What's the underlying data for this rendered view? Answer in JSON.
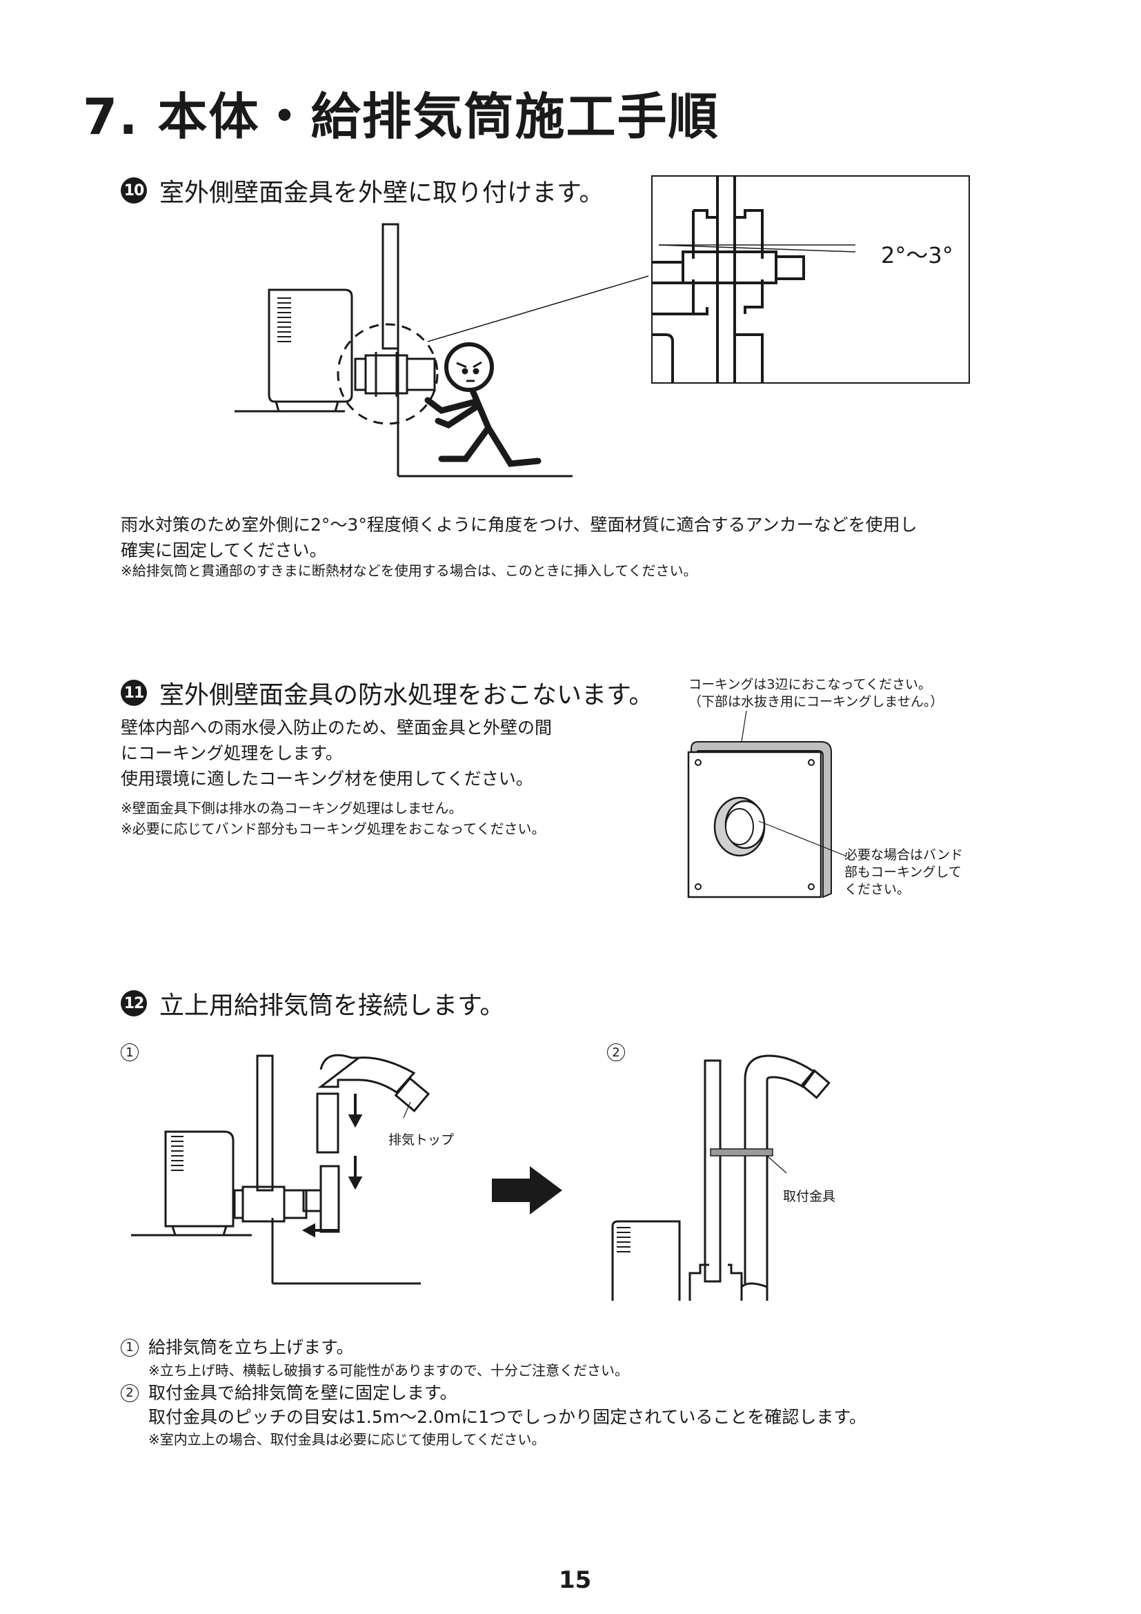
{
  "title": "7. 本体・給排気筒施工手順",
  "step10": {
    "number": "10",
    "heading": "室外側壁面金具を外壁に取り付けます。",
    "angle_label": "2°〜3°",
    "body_line1": "雨水対策のため室外側に2°〜3°程度傾くように角度をつけ、壁面材質に適合するアンカーなどを使用し",
    "body_line2": "確実に固定してください。",
    "note": "※給排気筒と貫通部のすきまに断熱材などを使用する場合は、このときに挿入してください。"
  },
  "step11": {
    "number": "11",
    "heading": "室外側壁面金具の防水処理をおこないます。",
    "body": [
      "壁体内部への雨水侵入防止のため、壁面金具と外壁の間",
      "にコーキング処理をします。",
      "使用環境に適したコーキング材を使用してください。"
    ],
    "notes": [
      "※壁面金具下側は排水の為コーキング処理はしません。",
      "※必要に応じてバンド部分もコーキング処理をおこなってください。"
    ],
    "callout_top": [
      "コーキングは3辺におこなってください。",
      "（下部は水抜き用にコーキングしません。）"
    ],
    "callout_right": [
      "必要な場合はバンド",
      "部もコーキングして",
      "ください。"
    ]
  },
  "step12": {
    "number": "12",
    "heading": "立上用給排気筒を接続します。",
    "fig1_marker": "1",
    "fig2_marker": "2",
    "exhaust_top_label": "排気トップ",
    "bracket_label": "取付金具",
    "items": [
      {
        "marker": "1",
        "text": "給排気筒を立ち上げます。",
        "sub": [
          "※立ち上げ時、横転し破損する可能性がありますので、十分ご注意ください。"
        ]
      },
      {
        "marker": "2",
        "text": "取付金具で給排気筒を壁に固定します。",
        "sub": [
          "取付金具のピッチの目安は1.5m〜2.0mに1つでしっかり固定されていることを確認します。",
          "※室内立上の場合、取付金具は必要に応じて使用してください。"
        ]
      }
    ]
  },
  "page_number": "15"
}
